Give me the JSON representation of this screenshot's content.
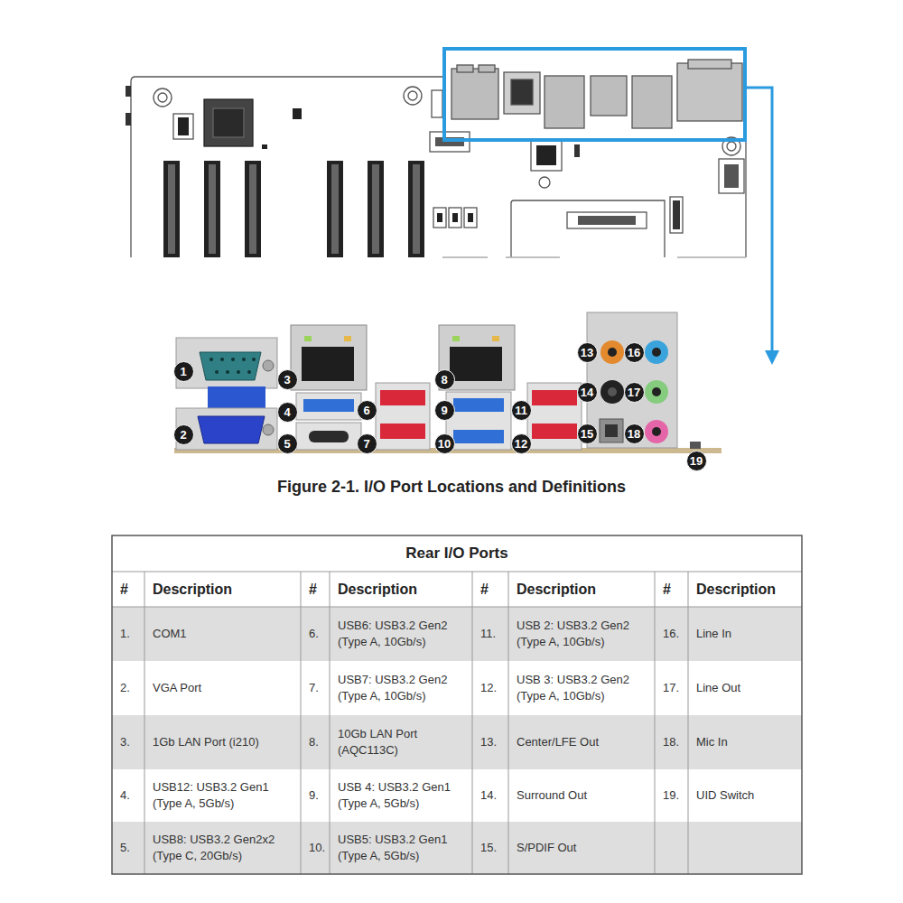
{
  "diagram": {
    "caption": "Figure 2-1. I/O Port Locations and Definitions",
    "nodes": [
      {
        "text": [
          "1"
        ]
      },
      {
        "text": [
          "2"
        ]
      },
      {
        "text": [
          "3"
        ]
      },
      {
        "text": [
          "4"
        ]
      },
      {
        "text": [
          "5"
        ]
      },
      {
        "text": [
          "6"
        ]
      },
      {
        "text": [
          "7"
        ]
      },
      {
        "text": [
          "8"
        ]
      },
      {
        "text": [
          "9"
        ]
      },
      {
        "text": [
          "10"
        ]
      },
      {
        "text": [
          "11"
        ]
      },
      {
        "text": [
          "12"
        ]
      },
      {
        "text": [
          "13"
        ]
      },
      {
        "text": [
          "14"
        ]
      },
      {
        "text": [
          "15"
        ]
      },
      {
        "text": [
          "16"
        ]
      },
      {
        "text": [
          "17"
        ]
      },
      {
        "text": [
          "18"
        ]
      },
      {
        "text": [
          "19"
        ]
      }
    ],
    "labels": [
      "Rear I/O Ports",
      "#",
      "Description",
      "#",
      "Description",
      "#",
      "Description",
      "#",
      "Description",
      "1.",
      "COM1",
      "6.",
      "USB6: USB3.2 Gen2 (Type A, 10Gb/s)",
      "11.",
      "USB 2: USB3.2 Gen2 (Type A, 10Gb/s)",
      "16.",
      "Line In",
      "2.",
      "VGA Port",
      "7.",
      "USB7: USB3.2 Gen2 (Type A, 10Gb/s)",
      "12.",
      "USB 3: USB3.2 Gen2 (Type A, 10Gb/s)",
      "17.",
      "Line Out",
      "3.",
      "1Gb LAN Port (i210)",
      "8.",
      "10Gb LAN Port (AQC113C)",
      "13.",
      "Center/LFE Out",
      "18.",
      "Mic In",
      "4.",
      "USB12: USB3.2 Gen1 (Type A, 5Gb/s)",
      "9.",
      "USB 4: USB3.2 Gen1 (Type A, 5Gb/s)",
      "14.",
      "Surround Out",
      "19.",
      "UID Switch",
      "5.",
      "USB8: USB3.2 Gen2x2 (Type C, 20Gb/s)",
      "10.",
      "USB5: USB3.2 Gen1 (Type A, 5Gb/s)",
      "15.",
      "S/PDIF Out"
    ]
  }
}
